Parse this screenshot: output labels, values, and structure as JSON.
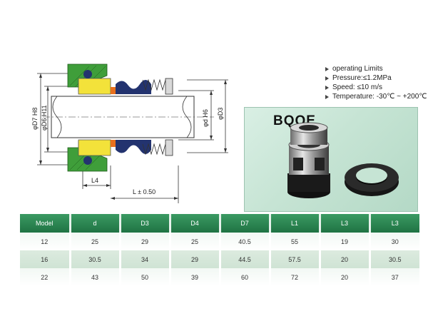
{
  "drawing": {
    "labels": {
      "d7": "φD7 H8",
      "d6": "φD6 H11",
      "d": "φd H6",
      "d3": "φD3",
      "l4": "L4",
      "l": "L ± 0.50"
    }
  },
  "limits": {
    "heading": "operating Limits",
    "pressure": "Pressure:≤1.2MPa",
    "speed": "Speed: ≤10 m/s",
    "temperature": "Temperature:  -30℃ ~ +200℃"
  },
  "product": {
    "name": "BQQE"
  },
  "table": {
    "headers": [
      "Model",
      "d",
      "D3",
      "D4",
      "D7",
      "L1",
      "L3",
      "L3"
    ],
    "rows": [
      [
        "12",
        "25",
        "29",
        "25",
        "40.5",
        "55",
        "19",
        "30"
      ],
      [
        "16",
        "30.5",
        "34",
        "29",
        "44.5",
        "57.5",
        "20",
        "30.5"
      ],
      [
        "22",
        "43",
        "50",
        "39",
        "60",
        "72",
        "20",
        "37"
      ]
    ]
  },
  "colors": {
    "header_green": "#2a8450",
    "seat_green": "#3f9e3a",
    "insert_yellow": "#f3e23a",
    "bellows_blue": "#23336f",
    "ring_orange": "#e8701e"
  }
}
